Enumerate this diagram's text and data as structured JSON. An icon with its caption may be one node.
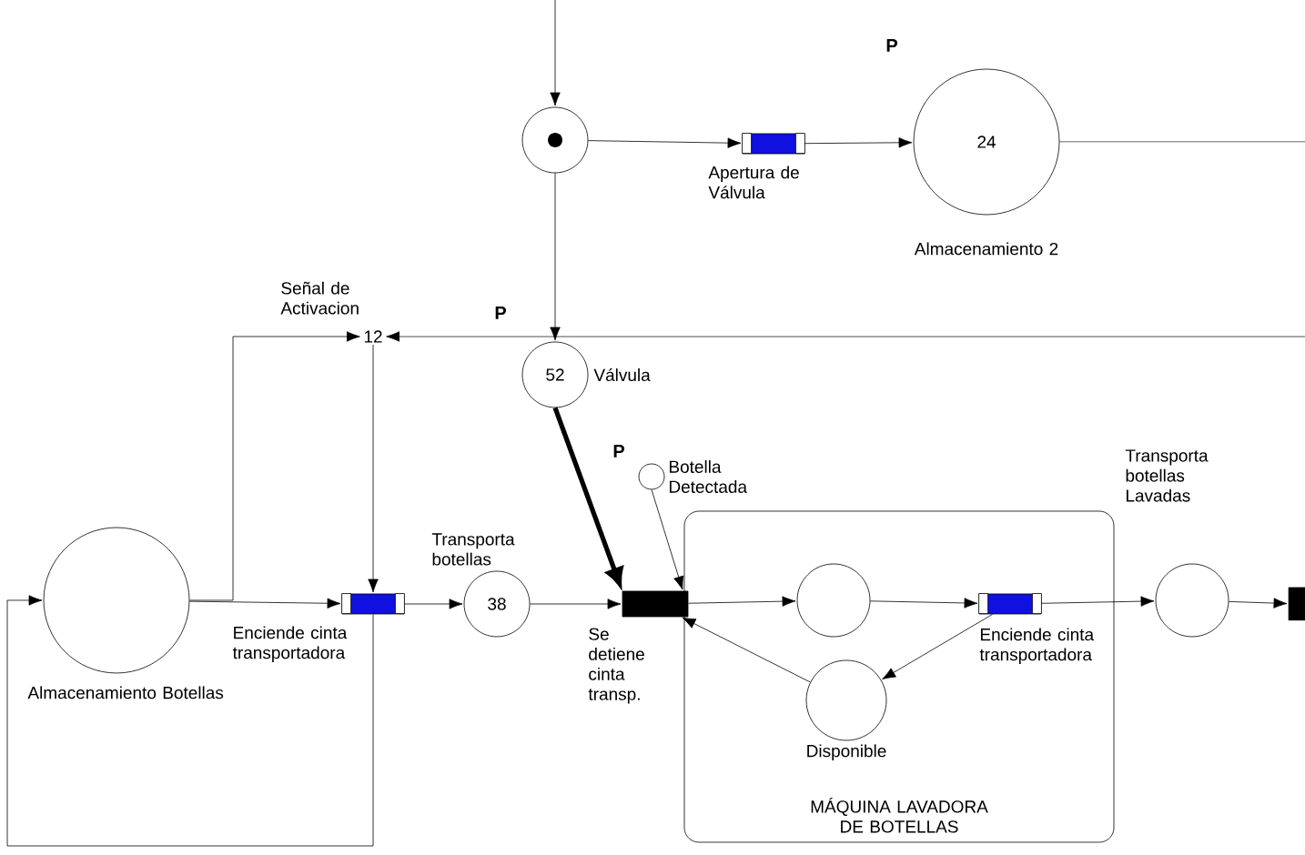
{
  "diagram": {
    "nodes": [
      {
        "text": [],
        "shape": "circle"
      },
      {
        "text": [],
        "shape": "bar",
        "beside": [
          "Apertura de Válvula"
        ]
      },
      {
        "text": [
          "24"
        ],
        "beside": [
          "Almacenamiento 2"
        ]
      },
      {
        "text": [
          "52"
        ],
        "beside": [
          "Válvula"
        ]
      },
      {
        "text": [
          "12"
        ],
        "beside": [
          "Señal de Activacion"
        ]
      },
      {
        "text": [],
        "shape": "circle",
        "beside": [
          "Almacenamiento Botellas"
        ]
      },
      {
        "text": [],
        "shape": "bar",
        "beside": [
          "Enciende cinta transportadora"
        ]
      },
      {
        "text": [
          "38"
        ],
        "beside": [
          "Transporta botellas"
        ]
      },
      {
        "text": [],
        "shape": "bar",
        "beside": [
          "Se detiene cinta transp."
        ]
      },
      {
        "text": [],
        "shape": "circle",
        "beside": [
          "Botella Detectada"
        ]
      },
      {
        "text": [
          "MÁQUINA LAVADORA DE BOTELLAS"
        ]
      },
      {
        "text": [],
        "shape": "circle",
        "in": 10
      },
      {
        "text": [],
        "shape": "bar",
        "in": 10,
        "beside": [
          "Enciende cinta transportadora"
        ]
      },
      {
        "text": [],
        "shape": "circle",
        "in": 10,
        "beside": [
          "Disponible"
        ]
      },
      {
        "text": [],
        "shape": "circle",
        "beside": [
          "Transporta botellas Lavadas"
        ]
      },
      {
        "text": [],
        "shape": "bar"
      }
    ],
    "edges": [
      {
        "from": null,
        "to": 0,
        "arrow": "to"
      },
      {
        "from": 0,
        "to": 1,
        "arrow": "to"
      },
      {
        "from": 1,
        "to": 2,
        "arrow": "to"
      },
      {
        "from": 2,
        "to": null,
        "arrow": "none"
      },
      {
        "from": 0,
        "to": 3,
        "arrow": "to"
      },
      {
        "from": null,
        "to": 4,
        "arrow": "to"
      },
      {
        "from": 5,
        "to": 4,
        "arrow": "to"
      },
      {
        "from": 4,
        "to": 6,
        "arrow": "to"
      },
      {
        "from": 5,
        "to": 6,
        "arrow": "to"
      },
      {
        "from": 6,
        "to": 5,
        "arrow": "to"
      },
      {
        "from": 6,
        "to": 7,
        "arrow": "to"
      },
      {
        "from": 7,
        "to": 8,
        "arrow": "to"
      },
      {
        "from": 3,
        "to": 8,
        "arrow": "to",
        "label": "P",
        "style": "thick"
      },
      {
        "from": 9,
        "to": 8,
        "arrow": "to"
      },
      {
        "from": 8,
        "to": 11,
        "arrow": "to"
      },
      {
        "from": 11,
        "to": 12,
        "arrow": "to"
      },
      {
        "from": 13,
        "to": 8,
        "arrow": "to"
      },
      {
        "from": 12,
        "to": 13,
        "arrow": "to"
      },
      {
        "from": 12,
        "to": 14,
        "arrow": "to"
      },
      {
        "from": 14,
        "to": 15,
        "arrow": "to"
      }
    ],
    "labels": [
      "P",
      "P"
    ]
  }
}
